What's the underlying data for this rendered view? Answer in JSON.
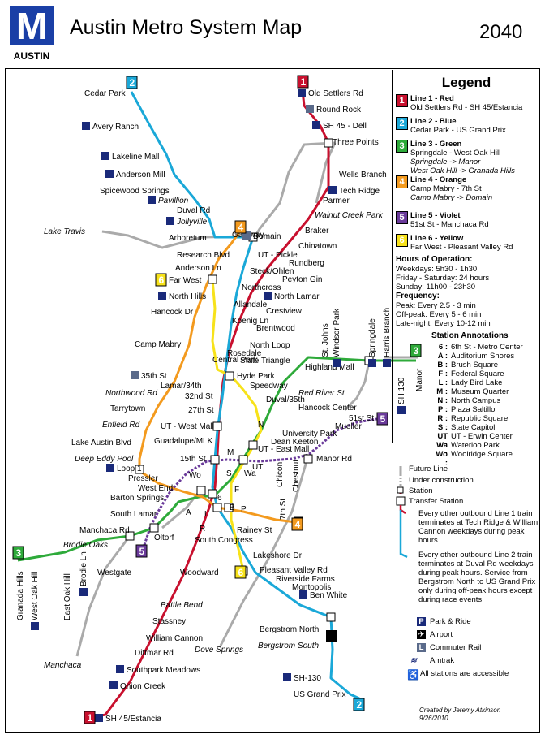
{
  "header": {
    "logo_letter": "M",
    "logo_caption": "AUSTIN",
    "title": "Austin Metro System Map",
    "year": "2040"
  },
  "colors": {
    "red": "#c8102e",
    "blue": "#1aa8d8",
    "green": "#2eaa3a",
    "orange": "#f39a1e",
    "violet": "#6a3a9a",
    "yellow": "#f7e21a",
    "gray": "#aaaaaa",
    "navy": "#1a2a7a"
  },
  "legend": {
    "title": "Legend",
    "lines": [
      {
        "num": "1",
        "name": "Line 1 - Red",
        "route": "Old Settlers Rd - SH 45/Estancia",
        "color": "#c8102e",
        "extra": []
      },
      {
        "num": "2",
        "name": "Line 2 - Blue",
        "route": "Cedar Park - US Grand Prix",
        "color": "#1aa8d8",
        "extra": []
      },
      {
        "num": "3",
        "name": "Line 3 - Green",
        "route": "Springdale - West Oak Hill",
        "color": "#2eaa3a",
        "extra": [
          "Springdale -> Manor",
          "West Oak Hill -> Granada Hills"
        ]
      },
      {
        "num": "4",
        "name": "Line 4 - Orange",
        "route": "Camp Mabry - 7th St",
        "color": "#f39a1e",
        "extra": [
          "Camp Mabry -> Domain"
        ]
      },
      {
        "num": "5",
        "name": "Line 5 - Violet",
        "route": "51st St - Manchaca Rd",
        "color": "#6a3a9a",
        "extra": []
      },
      {
        "num": "6",
        "name": "Line 6 - Yellow",
        "route": "Far West - Pleasant Valley Rd",
        "color": "#f7e21a",
        "extra": []
      }
    ],
    "hours_title": "Hours of Operation:",
    "hours": [
      "Weekdays: 5h30 - 1h30",
      "Friday - Saturday: 24 hours",
      "Sunday: 11h00 - 23h30"
    ],
    "freq_title": "Frequency:",
    "freq": [
      "Peak: Every 2.5 - 3 min",
      "Off-peak: Every 5 - 6 min",
      "Late-night: Every 10-12 min"
    ],
    "ann_title": "Station Annotations",
    "annotations": [
      {
        "code": "6 :",
        "text": "6th St - Metro Center"
      },
      {
        "code": "A :",
        "text": "Auditorium Shores"
      },
      {
        "code": "B :",
        "text": "Brush Square"
      },
      {
        "code": "F :",
        "text": "Federal Square"
      },
      {
        "code": "L :",
        "text": "Lady Bird Lake"
      },
      {
        "code": "M :",
        "text": "Museum Quarter"
      },
      {
        "code": "N :",
        "text": "North Campus"
      },
      {
        "code": "P :",
        "text": "Plaza Saltillo"
      },
      {
        "code": "R :",
        "text": "Republic Square"
      },
      {
        "code": "S :",
        "text": "State Capitol"
      },
      {
        "code": "UT :",
        "text": "UT - Erwin Center"
      },
      {
        "code": "Wa :",
        "text": "Waterloo Park"
      },
      {
        "code": "Wo :",
        "text": "Woolridge Square"
      }
    ]
  },
  "key": {
    "future_line": "Future Line",
    "under_construction": "Under construction",
    "station": "Station",
    "transfer_station": "Transfer Station",
    "note_red": "Every other outbound Line 1 train terminates at Tech Ridge & William Cannon weekdays during peak hours",
    "note_blue": "Every other outbound Line 2 train terminates at Duval Rd weekdays during peak hours. Service from Bergstrom North to US Grand Prix only during off-peak hours except during race events.",
    "park_ride": "Park & Ride",
    "airport": "Airport",
    "commuter_rail": "Commuter Rail",
    "amtrak": "Amtrak",
    "accessible": "All stations are accessible",
    "park_ride_icon": "P",
    "commuter_icon": "L",
    "airport_icon": "airplane-icon",
    "amtrak_icon": "amtrak-icon",
    "accessible_icon": "wheelchair-icon"
  },
  "credit": {
    "line1": "Created by Jeremy Atkinson",
    "line2": "9/26/2010"
  },
  "stations": [
    {
      "name": "Old Settlers Rd",
      "badge": "P"
    },
    {
      "name": "Round Rock",
      "badge": "L"
    },
    {
      "name": "SH 45 - Dell",
      "badge": "P"
    },
    {
      "name": "Three Points",
      "badge": ""
    },
    {
      "name": "Wells Branch",
      "badge": ""
    },
    {
      "name": "Tech Ridge",
      "badge": "P"
    },
    {
      "name": "Parmer",
      "badge": ""
    },
    {
      "name": "Walnut Creek Park",
      "badge": ""
    },
    {
      "name": "Braker",
      "badge": ""
    },
    {
      "name": "Chinatown",
      "badge": ""
    },
    {
      "name": "Rundberg",
      "badge": ""
    },
    {
      "name": "Peyton Gin",
      "badge": ""
    },
    {
      "name": "North Lamar",
      "badge": "P"
    },
    {
      "name": "Crestview",
      "badge": ""
    },
    {
      "name": "Brentwood",
      "badge": ""
    },
    {
      "name": "North Loop",
      "badge": ""
    },
    {
      "name": "State Triangle",
      "badge": ""
    },
    {
      "name": "Hyde Park",
      "badge": ""
    },
    {
      "name": "Speedway",
      "badge": ""
    },
    {
      "name": "Duval/35th",
      "badge": ""
    },
    {
      "name": "Cedar Park",
      "badge": ""
    },
    {
      "name": "Avery Ranch",
      "badge": "P"
    },
    {
      "name": "Lakeline Mall",
      "badge": "P"
    },
    {
      "name": "Anderson Mill",
      "badge": "P"
    },
    {
      "name": "Spicewood Springs",
      "badge": ""
    },
    {
      "name": "Pavillion",
      "badge": "P"
    },
    {
      "name": "Duval Rd",
      "badge": ""
    },
    {
      "name": "Jollyville",
      "badge": "P"
    },
    {
      "name": "Arboretum",
      "badge": ""
    },
    {
      "name": "Gateway",
      "badge": ""
    },
    {
      "name": "Domain",
      "badge": "L"
    },
    {
      "name": "Lake Travis",
      "badge": ""
    },
    {
      "name": "Research Blvd",
      "badge": ""
    },
    {
      "name": "UT - Pickle",
      "badge": ""
    },
    {
      "name": "Anderson Ln",
      "badge": ""
    },
    {
      "name": "Steck/Ohlen",
      "badge": ""
    },
    {
      "name": "Far West",
      "badge": ""
    },
    {
      "name": "North Hills",
      "badge": "P"
    },
    {
      "name": "Northcross",
      "badge": ""
    },
    {
      "name": "Hancock Dr",
      "badge": ""
    },
    {
      "name": "Allandale",
      "badge": ""
    },
    {
      "name": "Koenig Ln",
      "badge": ""
    },
    {
      "name": "Camp Mabry",
      "badge": ""
    },
    {
      "name": "Central Park",
      "badge": ""
    },
    {
      "name": "Rosedale",
      "badge": ""
    },
    {
      "name": "35th St",
      "badge": "L"
    },
    {
      "name": "Lamar/34th",
      "badge": ""
    },
    {
      "name": "Northwood Rd",
      "badge": ""
    },
    {
      "name": "32nd St",
      "badge": ""
    },
    {
      "name": "Tarrytown",
      "badge": ""
    },
    {
      "name": "27th St",
      "badge": ""
    },
    {
      "name": "Enfield Rd",
      "badge": ""
    },
    {
      "name": "UT - West Mall",
      "badge": ""
    },
    {
      "name": "Lake Austin Blvd",
      "badge": ""
    },
    {
      "name": "Guadalupe/MLK",
      "badge": ""
    },
    {
      "name": "Deep Eddy Pool",
      "badge": ""
    },
    {
      "name": "15th St",
      "badge": ""
    },
    {
      "name": "Loop 1",
      "badge": "P"
    },
    {
      "name": "Pressler",
      "badge": ""
    },
    {
      "name": "West End",
      "badge": ""
    },
    {
      "name": "Barton Springs",
      "badge": ""
    },
    {
      "name": "South Lamar",
      "badge": ""
    },
    {
      "name": "Manchaca Rd",
      "badge": ""
    },
    {
      "name": "Oltorf",
      "badge": ""
    },
    {
      "name": "Brodie Oaks",
      "badge": ""
    },
    {
      "name": "Granada Hills",
      "badge": ""
    },
    {
      "name": "West Oak Hill",
      "badge": "P"
    },
    {
      "name": "William Cannon",
      "badge": ""
    },
    {
      "name": "East Oak Hill",
      "badge": ""
    },
    {
      "name": "Brodie Ln",
      "badge": "P"
    },
    {
      "name": "Westgate",
      "badge": ""
    },
    {
      "name": "Manchaca",
      "badge": ""
    },
    {
      "name": "Highland Mall",
      "badge": ""
    },
    {
      "name": "St. Johns",
      "badge": ""
    },
    {
      "name": "Windsor Park",
      "badge": "P"
    },
    {
      "name": "Springdale",
      "badge": "P"
    },
    {
      "name": "Harris Branch",
      "badge": "P"
    },
    {
      "name": "SH 130",
      "badge": "P"
    },
    {
      "name": "Manor",
      "badge": ""
    },
    {
      "name": "Red River St",
      "badge": ""
    },
    {
      "name": "Hancock Center",
      "badge": ""
    },
    {
      "name": "51st St",
      "badge": ""
    },
    {
      "name": "Mueller",
      "badge": ""
    },
    {
      "name": "University Park",
      "badge": ""
    },
    {
      "name": "Dean Keeton",
      "badge": ""
    },
    {
      "name": "UT - East Mall",
      "badge": ""
    },
    {
      "name": "Manor Rd",
      "badge": ""
    },
    {
      "name": "Chicon",
      "badge": ""
    },
    {
      "name": "Chestnut",
      "badge": ""
    },
    {
      "name": "7th St",
      "badge": ""
    },
    {
      "name": "South Congress",
      "badge": ""
    },
    {
      "name": "Rainey St",
      "badge": ""
    },
    {
      "name": "Lakeshore Dr",
      "badge": ""
    },
    {
      "name": "Pleasant Valley Rd",
      "badge": ""
    },
    {
      "name": "Riverside Farms",
      "badge": ""
    },
    {
      "name": "Montopolis",
      "badge": ""
    },
    {
      "name": "Ben White",
      "badge": "P"
    },
    {
      "name": "Bergstrom North",
      "badge": ""
    },
    {
      "name": "Bergstrom South",
      "badge": ""
    },
    {
      "name": "SH-130",
      "badge": "P"
    },
    {
      "name": "US Grand Prix",
      "badge": ""
    },
    {
      "name": "Woodward",
      "badge": ""
    },
    {
      "name": "Battle Bend",
      "badge": ""
    },
    {
      "name": "Stassney",
      "badge": ""
    },
    {
      "name": "Dittmar Rd",
      "badge": ""
    },
    {
      "name": "Southpark Meadows",
      "badge": "P"
    },
    {
      "name": "Onion Creek",
      "badge": "P"
    },
    {
      "name": "SH 45/Estancia",
      "badge": "P"
    },
    {
      "name": "Dove Springs",
      "badge": ""
    }
  ],
  "annotation_letters": [
    "6",
    "A",
    "B",
    "F",
    "L",
    "M",
    "N",
    "P",
    "R",
    "S",
    "UT",
    "Wa",
    "Wo"
  ],
  "line_badges": [
    "1",
    "2",
    "3",
    "4",
    "5",
    "6"
  ]
}
